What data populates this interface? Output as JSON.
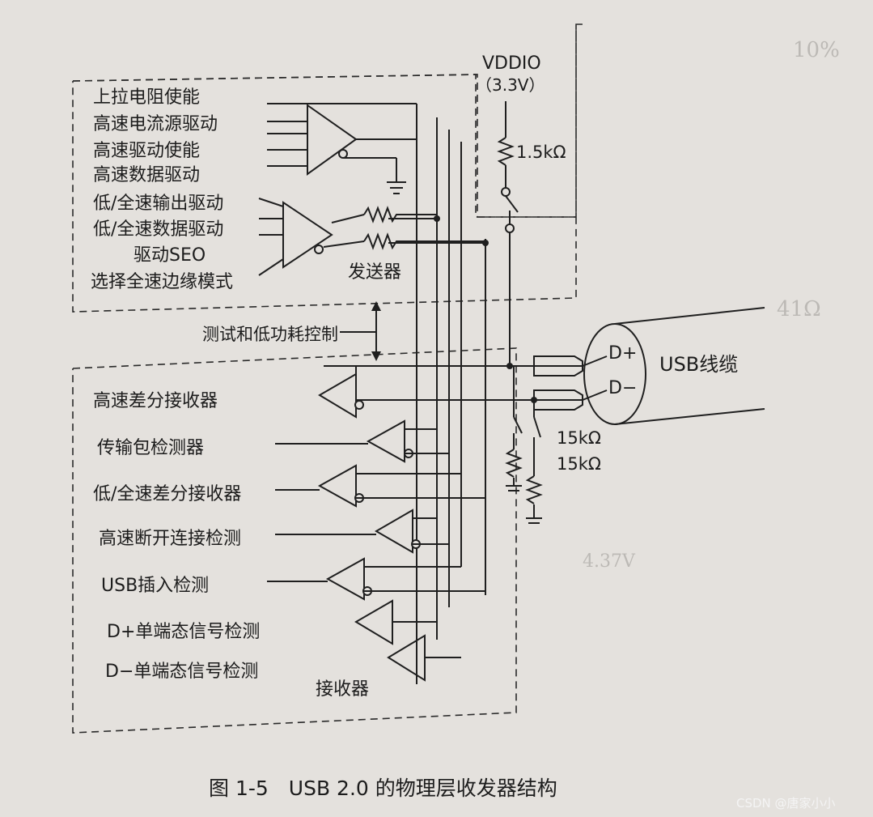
{
  "transmitter": {
    "inputs": [
      "上拉电阻使能",
      "高速电流源驱动",
      "高速驱动使能",
      "高速数据驱动",
      "低/全速输出驱动",
      "低/全速数据驱动",
      "驱动SEO",
      "选择全速边缘模式"
    ],
    "label": "发送器"
  },
  "power": {
    "rail": "VDDIO",
    "voltage": "（3.3V）",
    "pullup": "1.5kΩ"
  },
  "control": {
    "label": "测试和低功耗控制"
  },
  "cable": {
    "dplus": "D+",
    "dminus": "D−",
    "label": "USB线缆"
  },
  "pulldowns": [
    "15kΩ",
    "15kΩ"
  ],
  "receiver": {
    "items": [
      "高速差分接收器",
      "传输包检测器",
      "低/全速差分接收器",
      "高速断开连接检测",
      "USB插入检测",
      "D+单端态信号检测",
      "D−单端态信号检测"
    ],
    "label": "接收器"
  },
  "caption": "图 1-5　USB 2.0 的物理层收发器结构",
  "watermark": "CSDN @唐家小小"
}
